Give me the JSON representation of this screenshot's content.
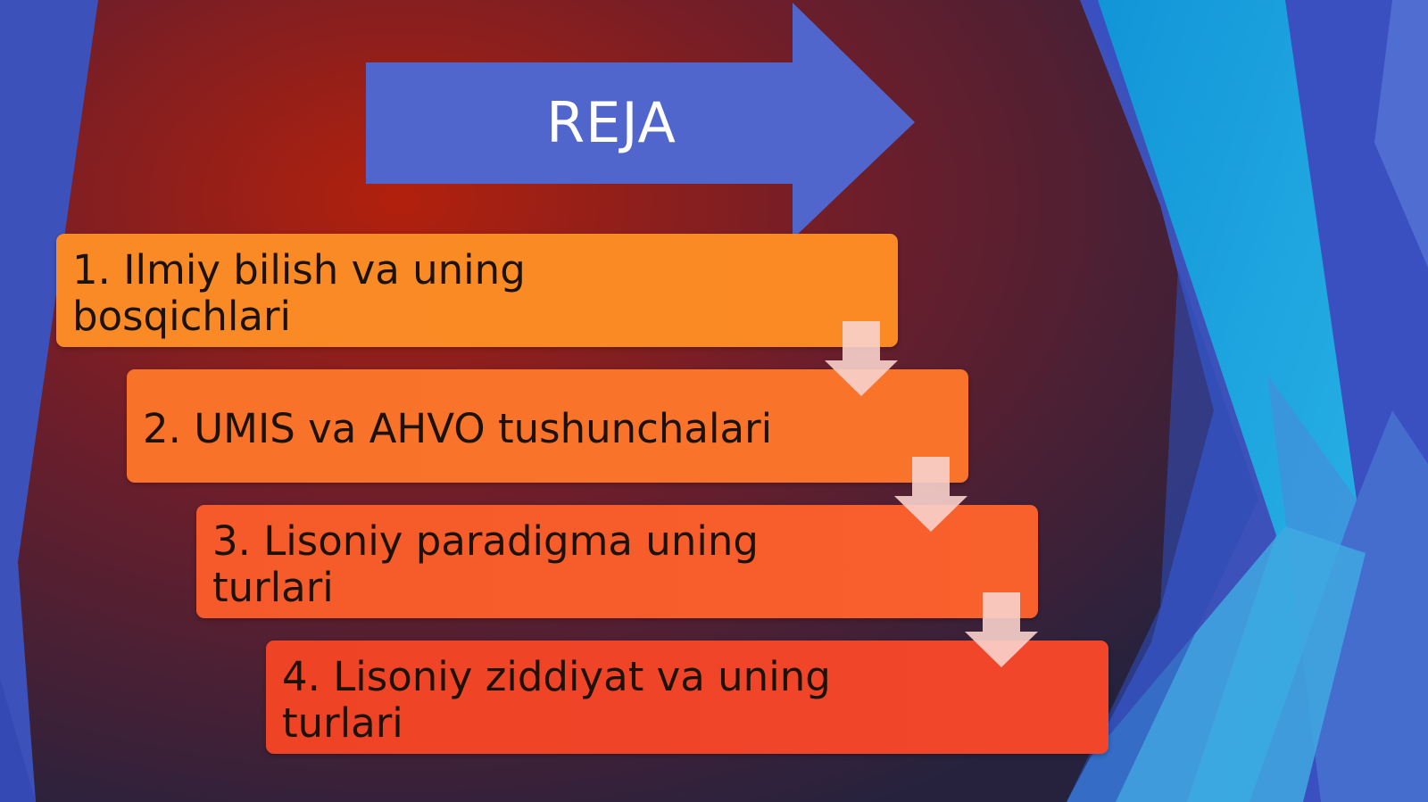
{
  "slide": {
    "title": "REJA",
    "steps": [
      {
        "label": "1. Ilmiy bilish va uning bosqichlari"
      },
      {
        "label": "2. UMIS va AHVO tushunchalari"
      },
      {
        "label": "3. Lisoniy paradigma uning turlari"
      },
      {
        "label": "4. Lisoniy ziddiyat va uning turlari"
      }
    ]
  },
  "colors": {
    "title_arrow": "#5066cc",
    "step_1": "#fb8a24",
    "step_2": "#f9732a",
    "step_3": "#f75d2b",
    "step_4": "#f04428",
    "connector_arrow": "#f8d2cc",
    "background_red": "#a8200e",
    "background_blue": "#3a50b8",
    "accent_cyan": "#1aa0dc"
  }
}
